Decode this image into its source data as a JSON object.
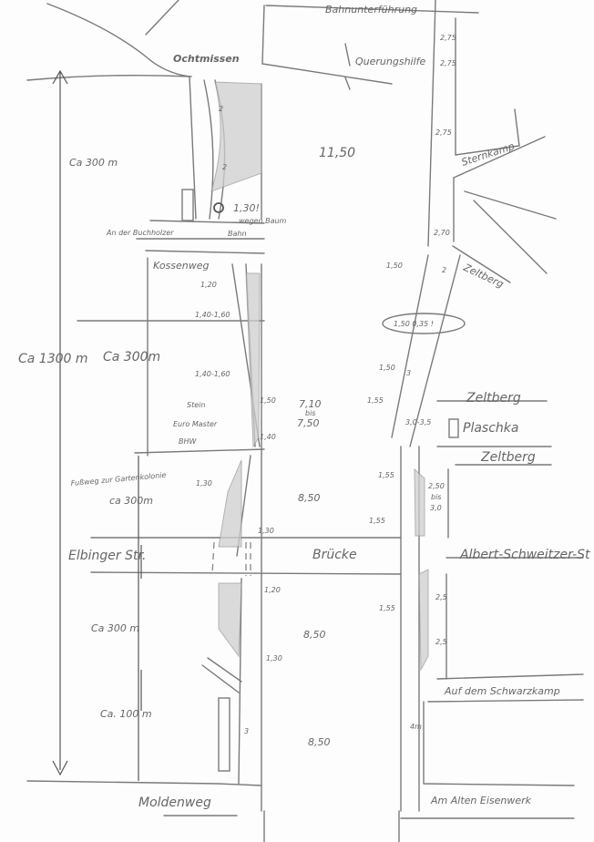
{
  "title": "Hand-drawn street sketch",
  "streets": {
    "underpass": "Bahnunterführung",
    "ochtmissen": "Ochtmissen",
    "crossing_aid": "Querungshilfe",
    "sternkamp": "Sternkamp",
    "buchholzer": "An der Buchholzer",
    "bahn": "Bahn",
    "kossenweg": "Kossenweg",
    "zeltberg_1": "Zeltberg",
    "zeltberg_2": "Zeltberg",
    "zeltberg_3": "Zeltberg",
    "footpath": "Fußweg zur Gartenkolonie",
    "elbinger": "Elbinger Str.",
    "bridge": "Brücke",
    "albert": "Albert-Schweitzer-St",
    "schwarzkamp": "Auf dem Schwarzkamp",
    "moldenweg": "Moldenweg",
    "eisenwerk": "Am Alten Eisenwerk"
  },
  "places": {
    "plaschka": "Plaschka",
    "stein": "Stein",
    "euromaster": "Euro Master",
    "bhw": "BHW",
    "tree_note": "wegen Baum"
  },
  "distances": {
    "total": "Ca 1300 m",
    "seg1": "Ca 300 m",
    "seg2": "Ca 300m",
    "seg3": "ca 300m",
    "seg4": "Ca 300 m",
    "seg5": "Ca. 100 m"
  },
  "widths": {
    "r_275a": "2,75",
    "r_275b": "2,75",
    "r_275c": "2,75",
    "r_270": "2,70",
    "road_1150": "11,50",
    "l_2a": "2",
    "l_2b": "2",
    "l_130_tree": "1,30!",
    "l_120": "1,20",
    "l_140a": "1,40-1,60",
    "l_140b": "1,40-1,60",
    "l_150": "1,50",
    "road_710": "7,10",
    "road_bis": "bis",
    "road_750": "7,50",
    "l_140": "1,40",
    "l_130a": "1,30",
    "road_850a": "8,50",
    "l_130b": "1,30",
    "r_150a": "1,50",
    "r_2": "2",
    "r_narrow": "1,50 0,35 !",
    "r_150b": "1,50",
    "r_3": "3",
    "r_155a": "1,55",
    "r_3035": "3,0-3,5",
    "r_155b": "1,55",
    "r_250": "2,50",
    "r_bis": "bis",
    "r_30": "3,0",
    "r_155c": "1,55",
    "l_120b": "1,20",
    "road_850b": "8,50",
    "l_130c": "1,30",
    "r_25a": "2,5",
    "r_155d": "1,55",
    "r_25b": "2,5",
    "l_3": "3",
    "road_850c": "8,50",
    "r_4m": "4m"
  }
}
